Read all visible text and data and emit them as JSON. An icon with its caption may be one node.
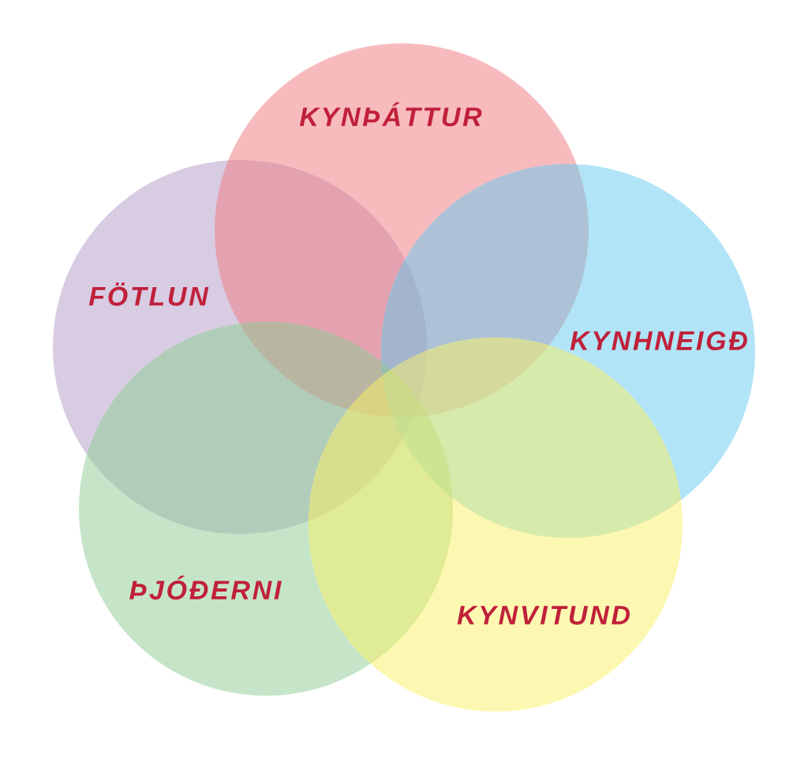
{
  "diagram": {
    "nodes": [
      {
        "text": [
          "KYNÞÁTTUR"
        ]
      },
      {
        "text": [
          "FÖTLUN"
        ]
      },
      {
        "text": [
          "KYNHNEIGÐ"
        ]
      },
      {
        "text": [
          "ÞJÓÐERNI"
        ]
      },
      {
        "text": [
          "KYNVITUND"
        ]
      }
    ]
  }
}
